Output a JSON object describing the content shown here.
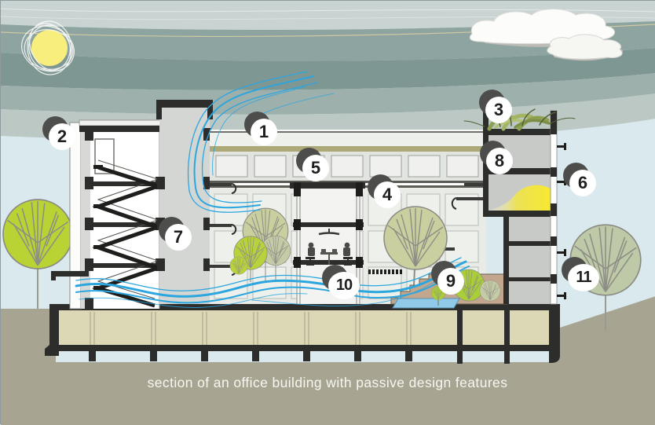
{
  "caption": "section of an office building with passive design features",
  "callouts": [
    {
      "number": "1"
    },
    {
      "number": "2"
    },
    {
      "number": "3"
    },
    {
      "number": "4"
    },
    {
      "number": "5"
    },
    {
      "number": "6"
    },
    {
      "number": "7"
    },
    {
      "number": "8"
    },
    {
      "number": "9"
    },
    {
      "number": "10"
    },
    {
      "number": "11"
    }
  ],
  "colors": {
    "airflow_blue": "#2ba6df",
    "sun_yellow": "#f8ee7d",
    "daylight_yellow": "#f7e930",
    "sky_light_blue": "#d9e9ed",
    "sky_teal_dark": "#7f9793",
    "ground_olive": "#a8a492",
    "basement_beige": "#dcd7b5",
    "water_blue": "#8fcbe9",
    "tree_green_bright": "#b9d335",
    "tree_green_olive": "#c9cf9f",
    "tree_green_sage": "#bdc9a7",
    "structure_dark": "#2d2d2b"
  }
}
